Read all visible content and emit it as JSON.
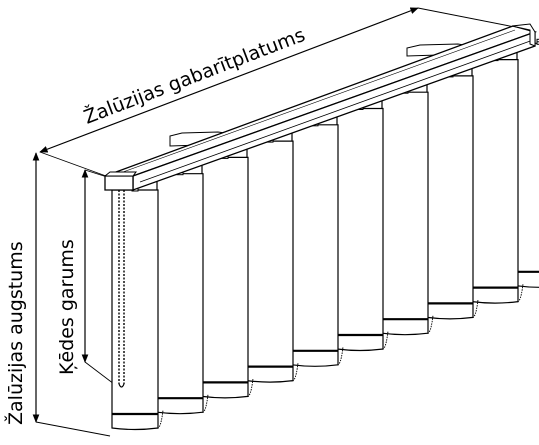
{
  "labels": {
    "overall_width": "Žalūzijas gabarītplatums",
    "overall_height": "Žalūzijas augstums",
    "chain_length": "Ķēdes garums"
  },
  "colors": {
    "stroke": "#000000",
    "fill": "#ffffff"
  },
  "illustration": {
    "subject": "vertical blind",
    "slat_count": 10
  }
}
